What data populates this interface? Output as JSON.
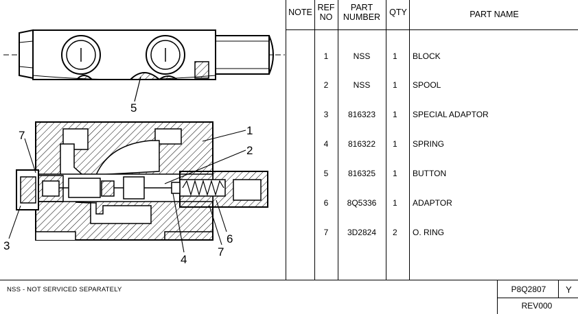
{
  "table": {
    "headers": {
      "note": "NOTE",
      "ref_line1": "REF",
      "ref_line2": "NO",
      "part_line1": "PART",
      "part_line2": "NUMBER",
      "qty": "QTY",
      "name": "PART NAME"
    },
    "rows": [
      {
        "ref": "1",
        "part_number": "NSS",
        "qty": "1",
        "name": "BLOCK"
      },
      {
        "ref": "2",
        "part_number": "NSS",
        "qty": "1",
        "name": "SPOOL"
      },
      {
        "ref": "3",
        "part_number": "816323",
        "qty": "1",
        "name": "SPECIAL ADAPTOR"
      },
      {
        "ref": "4",
        "part_number": "816322",
        "qty": "1",
        "name": "SPRING"
      },
      {
        "ref": "5",
        "part_number": "816325",
        "qty": "1",
        "name": "BUTTON"
      },
      {
        "ref": "6",
        "part_number": "8Q5336",
        "qty": "1",
        "name": "ADAPTOR"
      },
      {
        "ref": "7",
        "part_number": "3D2824",
        "qty": "2",
        "name": "O. RING"
      }
    ]
  },
  "footer": {
    "note": "NSS - NOT SERVICED SEPARATELY",
    "part_code": "P8Q2807",
    "suffix": "Y",
    "revision": "REV000"
  },
  "drawing": {
    "callouts": {
      "c1": "1",
      "c2": "2",
      "c3": "3",
      "c4": "4",
      "c5": "5",
      "c6": "6",
      "c7a": "7",
      "c7b": "7"
    }
  }
}
